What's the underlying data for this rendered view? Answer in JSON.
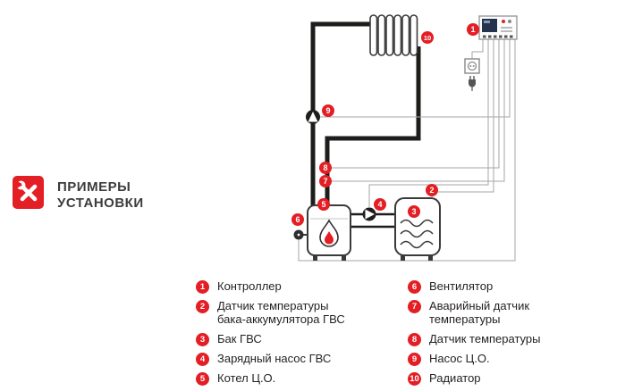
{
  "header": {
    "title_line1": "ПРИМЕРЫ",
    "title_line2": "УСТАНОВКИ"
  },
  "colors": {
    "accent_red": "#e31e24",
    "title_text": "#3c3c3b",
    "legend_text": "#231f20",
    "pipe": "#1d1d1b",
    "wire_gray": "#a6a6a6"
  },
  "diagram": {
    "badges": [
      "1",
      "2",
      "3",
      "4",
      "5",
      "6",
      "7",
      "8",
      "9",
      "10"
    ]
  },
  "legend": {
    "left": [
      {
        "num": "1",
        "label": "Контроллер"
      },
      {
        "num": "2",
        "label": "Датчик температуры\nбака-аккумулятора ГВС"
      },
      {
        "num": "3",
        "label": "Бак ГВС"
      },
      {
        "num": "4",
        "label": "Зарядный насос ГВС"
      },
      {
        "num": "5",
        "label": "Котел Ц.О."
      }
    ],
    "right": [
      {
        "num": "6",
        "label": "Вентилятор"
      },
      {
        "num": "7",
        "label": "Аварийный датчик\nтемпературы"
      },
      {
        "num": "8",
        "label": "Датчик температуры"
      },
      {
        "num": "9",
        "label": "Насос Ц.О."
      },
      {
        "num": "10",
        "label": "Радиатор"
      }
    ]
  }
}
